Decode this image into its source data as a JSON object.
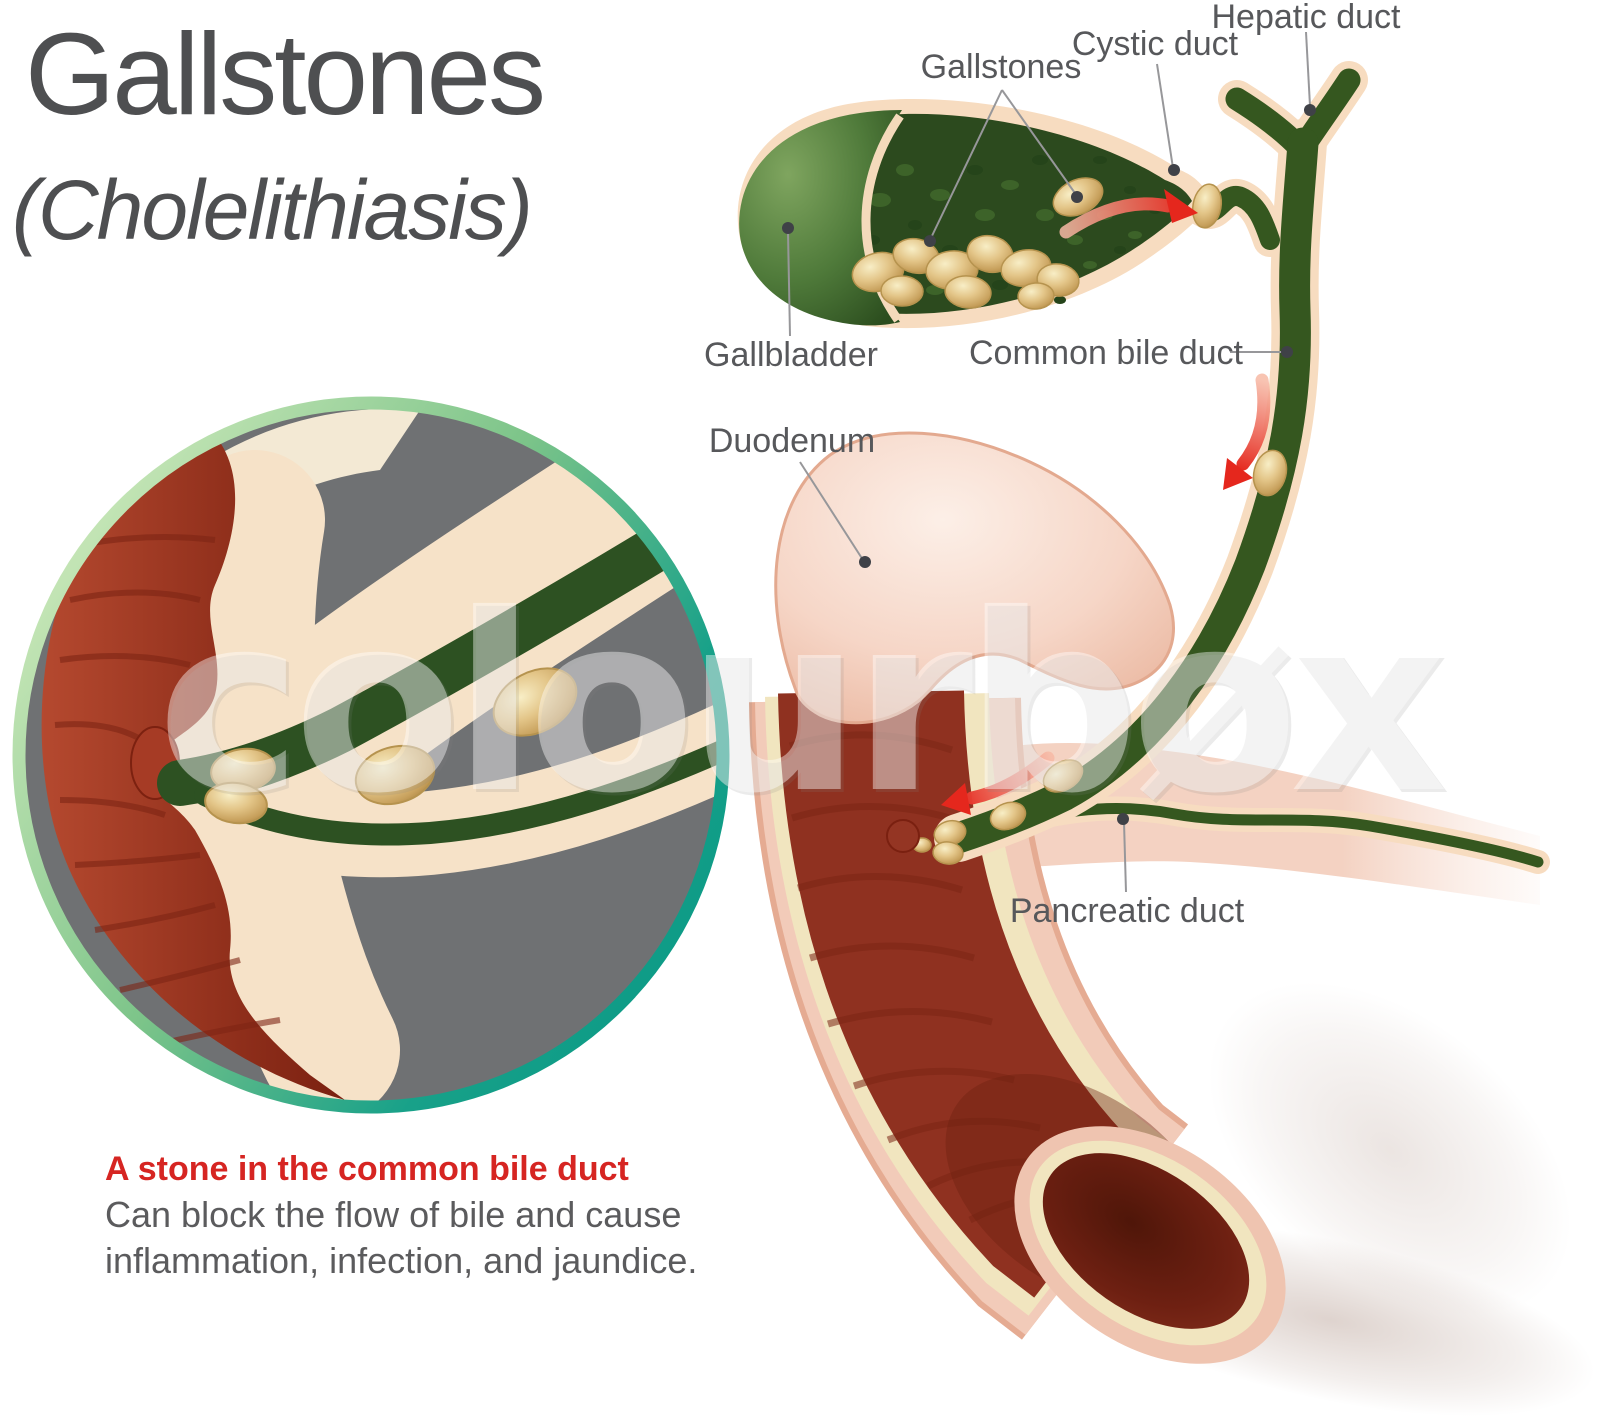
{
  "title": "Gallstones",
  "subtitle": "(Cholelithiasis)",
  "watermark": "colourbøx",
  "labels": {
    "gallstones": "Gallstones",
    "cystic_duct": "Cystic duct",
    "hepatic_duct": "Hepatic duct",
    "gallbladder": "Gallbladder",
    "common_bile_duct": "Common bile duct",
    "duodenum": "Duodenum",
    "pancreatic_duct": "Pancreatic duct"
  },
  "caption": {
    "heading": "A stone in the common bile duct",
    "body_line1": "Can block the flow of bile and cause",
    "body_line2": "inflammation, infection, and jaundice."
  },
  "colors": {
    "title_gray": "#4e4f51",
    "label_gray": "#57585b",
    "caption_red": "#d62522",
    "bile_green": "#35571f",
    "bile_green_dark": "#2c4a1e",
    "duct_outline_cream": "#f7dcc0",
    "gallstone_tan": "#d9bc7e",
    "duodenum_pink": "#f2cbb9",
    "duodenum_interior_red": "#8f3120",
    "inner_lining_cream": "#f1e5bf",
    "inset_background_gray": "#6f7173",
    "inset_border_light_green": "#cfeabc",
    "inset_border_teal": "#0b9a86",
    "arrow_red": "#e5271d"
  }
}
